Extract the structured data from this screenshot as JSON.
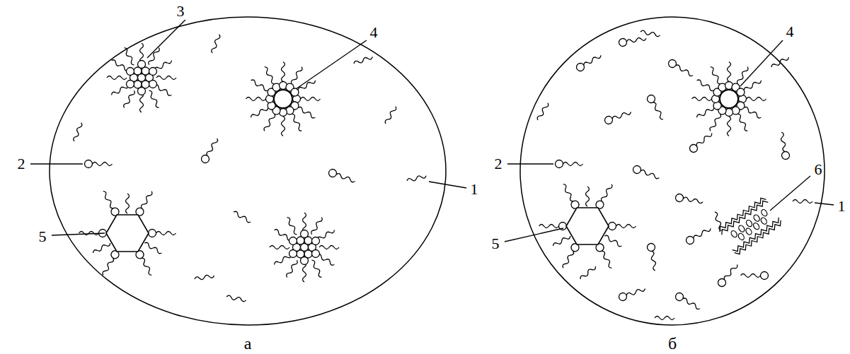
{
  "diagram": {
    "labels": [
      "3",
      "4",
      "2",
      "5",
      "1",
      "а",
      "4",
      "2",
      "6",
      "5",
      "1",
      "б"
    ]
  }
}
